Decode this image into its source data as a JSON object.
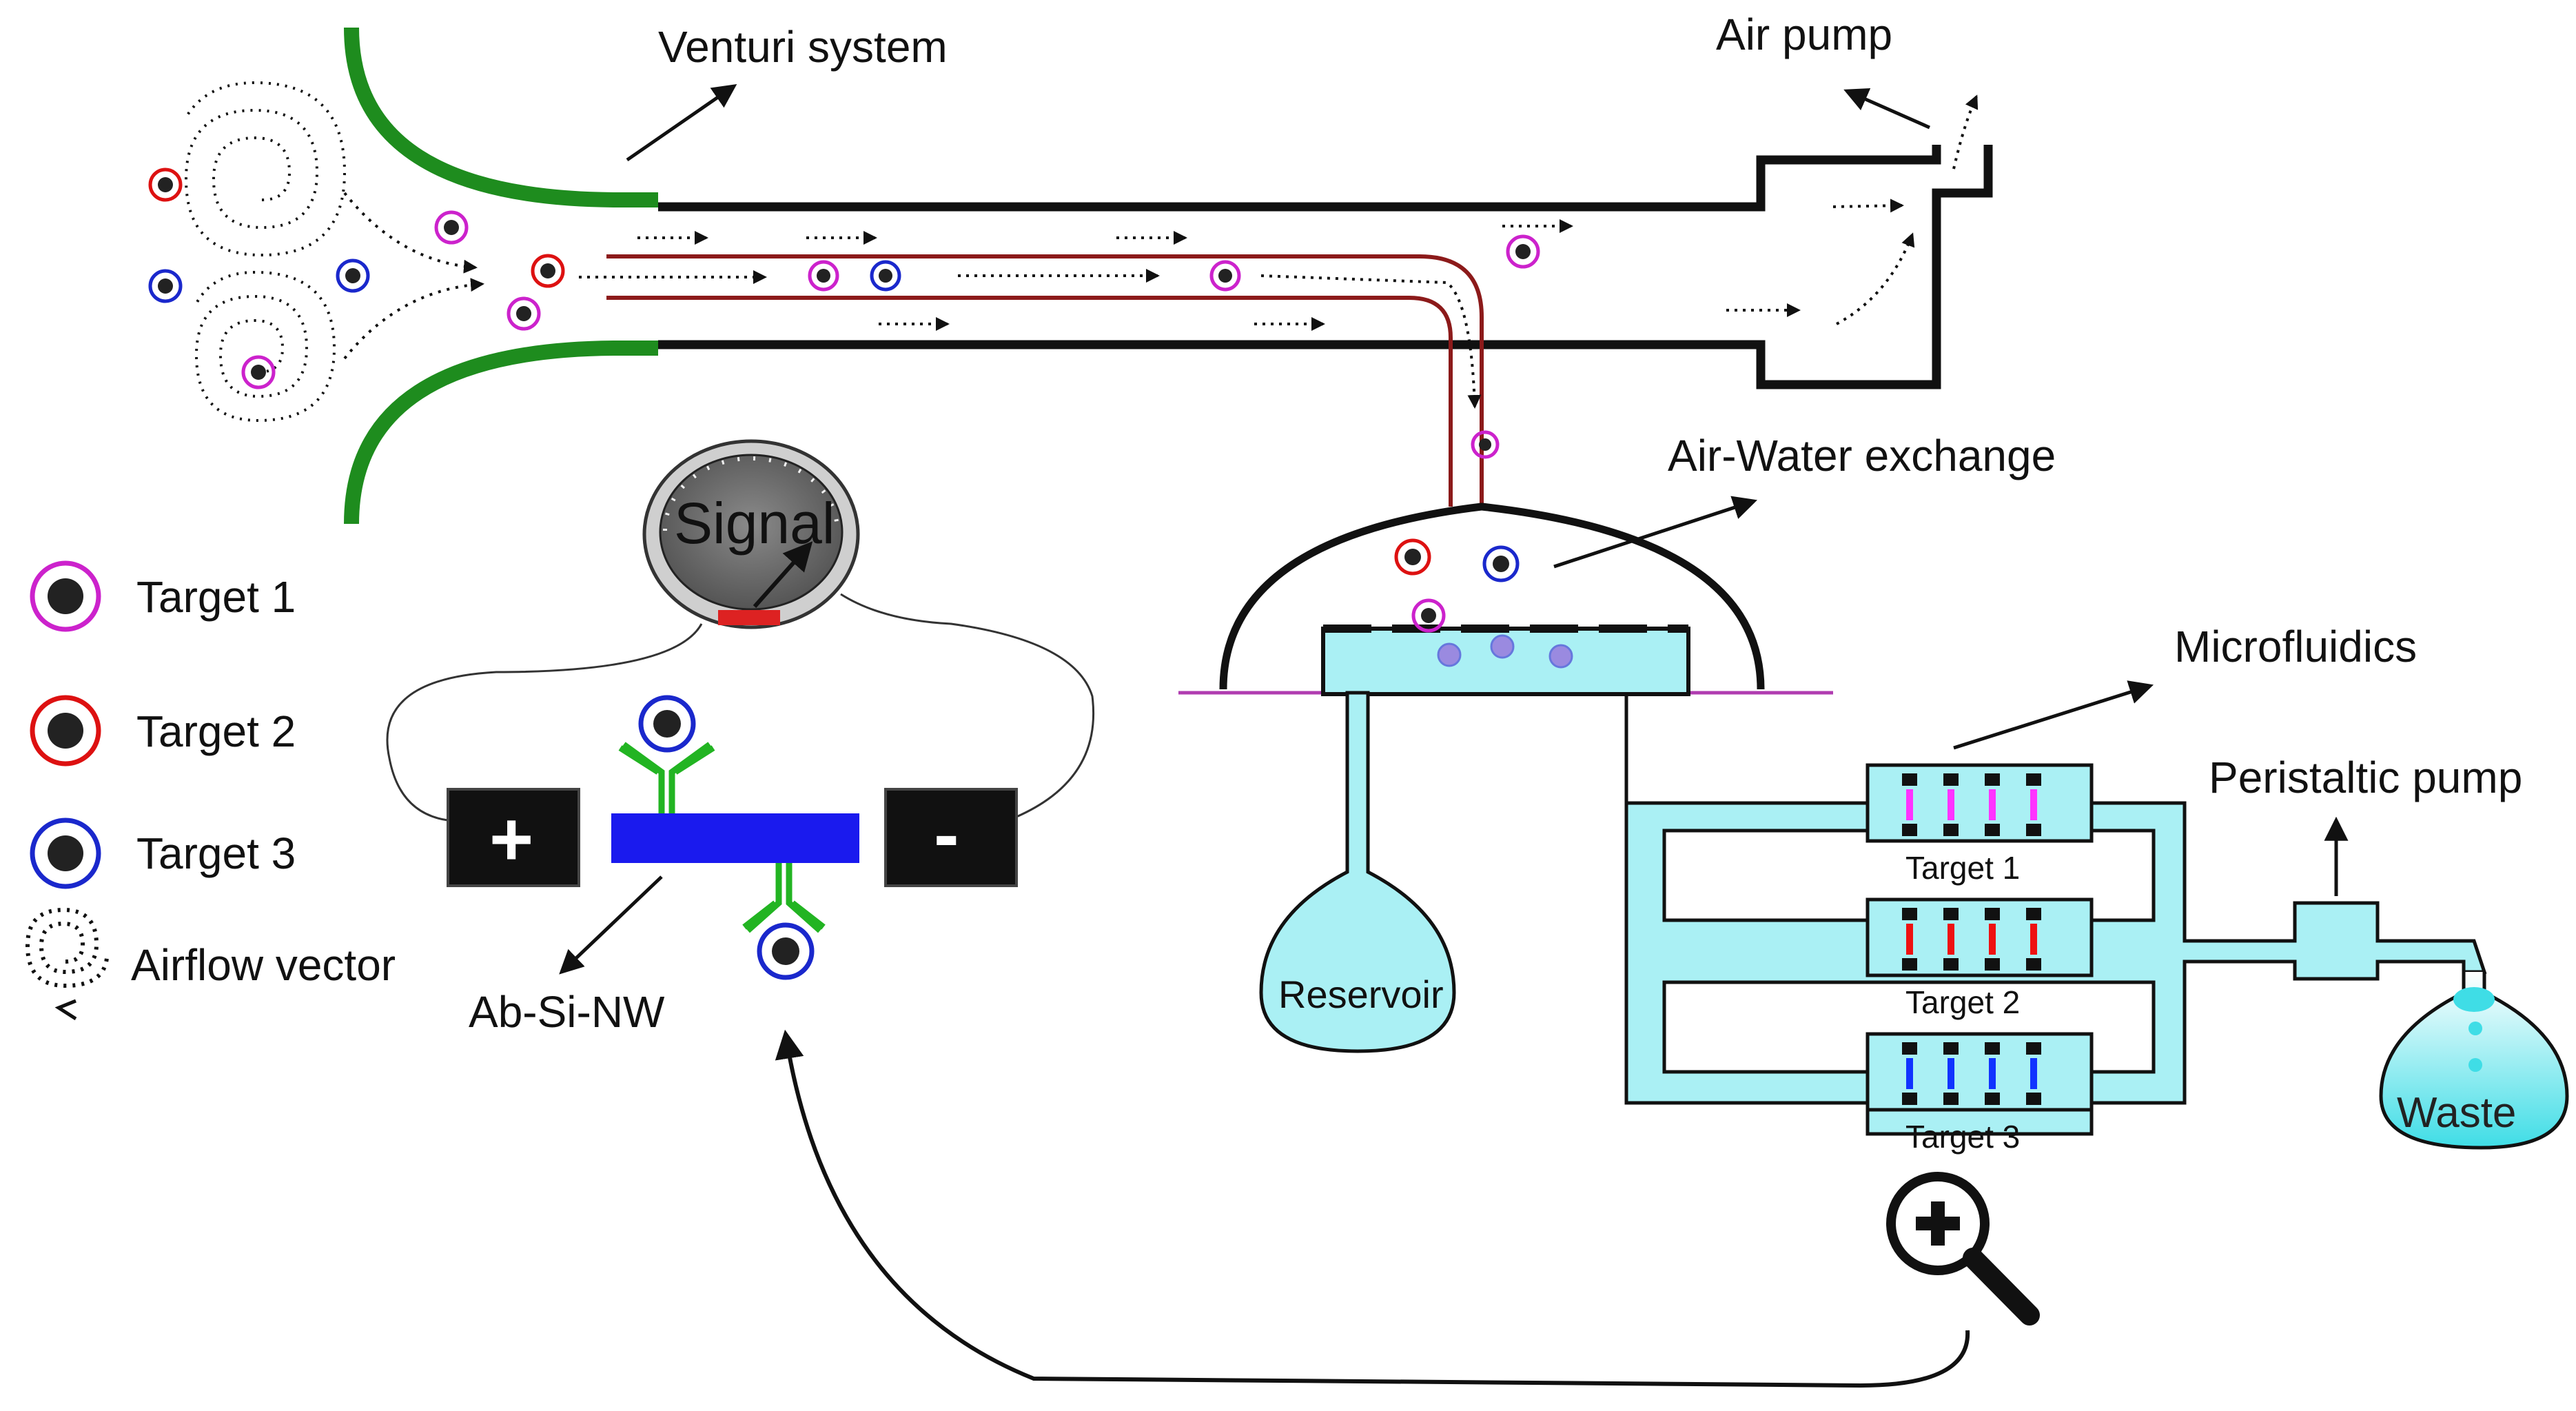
{
  "labels": {
    "venturi": "Venturi system",
    "air_pump": "Air pump",
    "air_water": "Air-Water exchange",
    "microfluidics": "Microfluidics",
    "peristaltic": "Peristaltic pump",
    "reservoir": "Reservoir",
    "waste": "Waste",
    "signal": "Signal",
    "ab_si_nw": "Ab-Si-NW",
    "plus": "+",
    "minus": "-"
  },
  "legend": [
    {
      "label": "Target 1",
      "color": "#cc22cc"
    },
    {
      "label": "Target 2",
      "color": "#dd1111"
    },
    {
      "label": "Target 3",
      "color": "#1a28cc"
    },
    {
      "label": "Airflow vector",
      "color": "#111111"
    }
  ],
  "sensors": [
    {
      "label": "Target 1",
      "color": "#ff33ff"
    },
    {
      "label": "Target 2",
      "color": "#ee1111"
    },
    {
      "label": "Target 3",
      "color": "#1133ff"
    }
  ],
  "colors": {
    "venturi_green": "#1e8c1e",
    "fluid": "#aaf0f4",
    "inner_tube": "#8c1a1a",
    "nanowire": "#1a1aee",
    "antibody": "#22b422",
    "gauge_red": "#dd2222"
  },
  "icons": [
    "zoom-in-icon"
  ]
}
